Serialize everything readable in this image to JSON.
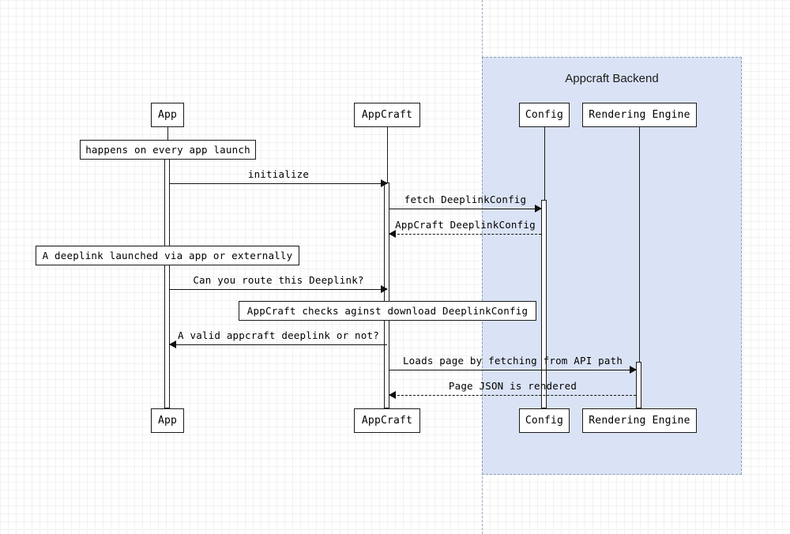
{
  "diagram": {
    "type": "sequence-diagram",
    "title": "",
    "group": {
      "label": "Appcraft Backend",
      "fill_color": "#dae3f5",
      "border_color": "#8a9ab5"
    },
    "participants": [
      {
        "id": "app",
        "label": "App"
      },
      {
        "id": "appcraft",
        "label": "AppCraft"
      },
      {
        "id": "config",
        "label": "Config"
      },
      {
        "id": "rendering",
        "label": "Rendering Engine"
      }
    ],
    "notes": [
      {
        "id": "note-app-launch",
        "text": "happens on every app launch"
      },
      {
        "id": "note-deeplink-launch",
        "text": "A deeplink launched via app or externally"
      },
      {
        "id": "note-appcraft-check",
        "text": "AppCraft checks aginst download DeeplinkConfig"
      }
    ],
    "messages": [
      {
        "id": "m1",
        "text": "initialize",
        "from": "app",
        "to": "appcraft",
        "style": "solid",
        "direction": "right"
      },
      {
        "id": "m2",
        "text": "fetch DeeplinkConfig",
        "from": "appcraft",
        "to": "config",
        "style": "solid",
        "direction": "right"
      },
      {
        "id": "m3",
        "text": "AppCraft DeeplinkConfig",
        "from": "config",
        "to": "appcraft",
        "style": "dashed",
        "direction": "left"
      },
      {
        "id": "m4",
        "text": "Can you route this Deeplink?",
        "from": "app",
        "to": "appcraft",
        "style": "solid",
        "direction": "right"
      },
      {
        "id": "m5",
        "text": "A valid appcraft deeplink or not?",
        "from": "appcraft",
        "to": "app",
        "style": "solid",
        "direction": "left"
      },
      {
        "id": "m6",
        "text": "Loads page by fetching from API path",
        "from": "appcraft",
        "to": "rendering",
        "style": "solid",
        "direction": "right"
      },
      {
        "id": "m7",
        "text": "Page JSON is rendered",
        "from": "rendering",
        "to": "appcraft",
        "style": "dashed",
        "direction": "left"
      }
    ]
  }
}
